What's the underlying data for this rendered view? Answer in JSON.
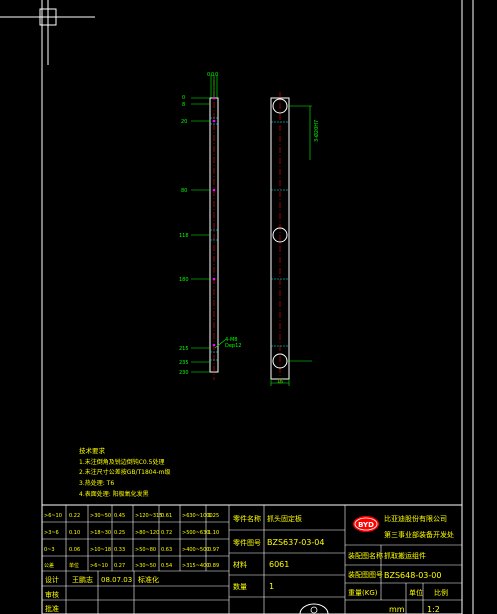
{
  "colors": {
    "background": "#000000",
    "frame": "#ffffff",
    "dimension": "#00ff00",
    "text": "#ffff00",
    "centerline": "#ff0000",
    "accent": "#ff00ff",
    "hidden": "#00ffff",
    "crosshair": "#ffffff"
  },
  "icons": {
    "cursor": "crosshair-cursor-icon",
    "logo": "byd-logo-icon"
  },
  "drawing": {
    "side_view": {
      "top_dims": [
        "0",
        "0",
        "0"
      ],
      "dims": [
        "0",
        "8",
        "20",
        "80",
        "118",
        "180",
        "215",
        "235",
        "230"
      ],
      "callout_line1": "4-M8",
      "callout_line2": "Dep12"
    },
    "front_view": {
      "right_dim": "3-Ø20H7",
      "bottom_dim": "16"
    }
  },
  "notes": {
    "title": "技术要求",
    "lines": [
      "1.未注倒角及锐边倒钝C0.5处理",
      "2.未注尺寸公差按GB/T1804-m级",
      "3.热处理: T6",
      "4.表面处理: 阳极氧化发黑"
    ]
  },
  "tolerance_table": {
    "rows": [
      [
        ">6~10",
        "0.22",
        ">30~50",
        "0.45",
        ">120~315",
        "0.61",
        ">630~1000",
        "1.25"
      ],
      [
        ">3~6",
        "0.10",
        ">18~30",
        "0.25",
        ">80~120",
        "0.72",
        ">500~630",
        "1.10"
      ],
      [
        "0~3",
        "0.06",
        ">10~18",
        "0.33",
        ">50~80",
        "0.63",
        ">400~500",
        "0.97"
      ],
      [
        "公差",
        "单位",
        ">6~10",
        "0.27",
        ">30~50",
        "0.54",
        ">315~400",
        "0.89"
      ]
    ]
  },
  "title_block": {
    "part_name_label": "零件名称",
    "part_name": "抓头固定板",
    "part_number_label": "零件图号",
    "part_number": "BZS637-03-04",
    "material_label": "材料",
    "material": "6061",
    "quantity_label": "数量",
    "quantity": "1",
    "design_label": "设计",
    "designer": "王鹏志",
    "date": "08.07.03",
    "standard_label": "标准化",
    "check_label": "审核",
    "approve_label": "批准",
    "company": "比亚迪股份有限公司",
    "department": "第三事业部装备开发处",
    "assembly_name_label": "装配图名称",
    "assembly_name": "抓取搬运组件",
    "assembly_number_label": "装配图图号",
    "assembly_number": "BZS648-03-00",
    "weight_label": "重量(KG)",
    "unit_label": "单位",
    "scale_label": "比例",
    "unit": "mm",
    "scale": "1:2",
    "logo_text": "BYD"
  }
}
